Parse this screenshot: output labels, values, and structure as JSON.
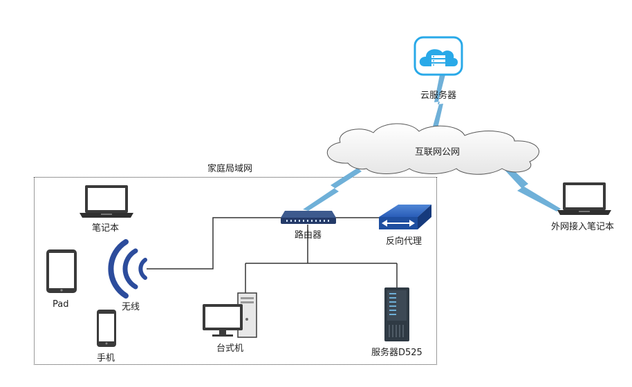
{
  "diagram": {
    "lan_label": "家庭局域网",
    "nodes": {
      "cloud_server": "云服务器",
      "internet": "互联网公网",
      "external_laptop": "外网接入笔记本",
      "laptop": "笔记本",
      "router": "路由器",
      "reverse_proxy": "反向代理",
      "pad": "Pad",
      "wireless": "无线",
      "desktop": "台式机",
      "server": "服务器D525",
      "phone": "手机"
    },
    "colors": {
      "lightning": "#6fb0d8",
      "cloud_server_blue": "#29a9e8",
      "proxy_blue": "#1f4fa0",
      "wifi_blue": "#2c4c9c",
      "router_blue": "#243a68",
      "device_dark": "#3a3a3a",
      "line": "#333333"
    },
    "icons": [
      "cloud-server-icon",
      "internet-cloud-icon",
      "laptop-icon",
      "router-icon",
      "reverse-proxy-icon",
      "tablet-icon",
      "wifi-icon",
      "desktop-icon",
      "server-icon",
      "phone-icon"
    ]
  }
}
